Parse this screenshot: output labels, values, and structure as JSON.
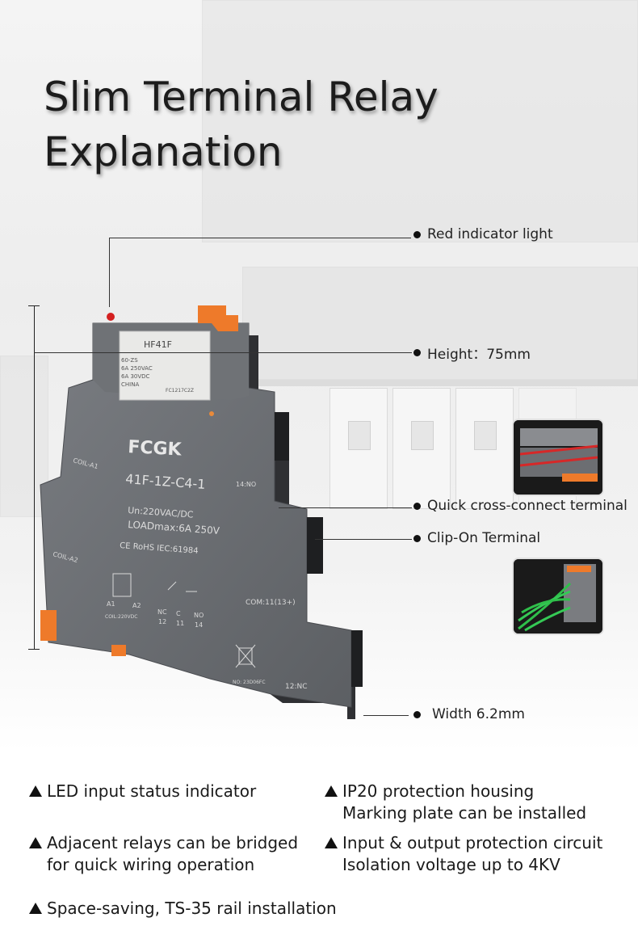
{
  "title": {
    "line1": "Slim Terminal Relay",
    "line2": "Explanation"
  },
  "callouts": {
    "indicator": "Red indicator light",
    "height": "Height：75mm",
    "cross_connect": "Quick cross-connect terminal",
    "clip_on": "Clip-On Terminal",
    "width": "Width 6.2mm"
  },
  "relay": {
    "inner_brand": "HF41F",
    "inner_lines": [
      "60-ZS",
      "6A 250VAC",
      "6A 30VDC",
      "CHINA"
    ],
    "inner_cert": "FC1217C2Z",
    "brand": "FCGK",
    "model": "41F-1Z-C4-1",
    "rating_line1": "Un:220VAC/DC",
    "rating_line2": "LOADmax:6A  250V",
    "cert": "CE RoHS IEC:61984",
    "coil_a1": "COIL-A1",
    "coil_a2": "COIL-A2",
    "no_label": "14:NO",
    "com_label": "COM:11(13+)",
    "nc_label": "12:NC",
    "pin_a1": "A1",
    "pin_a2": "A2",
    "coil_voltage": "COIL:220VDC",
    "pin_nc": "NC",
    "pin_c": "C",
    "pin_no": "NO",
    "pin_12": "12",
    "pin_11": "11",
    "pin_14": "14",
    "serial": "NO: 23D06FC"
  },
  "features": {
    "f1": [
      "LED input status indicator"
    ],
    "f2": [
      "IP20 protection housing",
      "Marking plate can be installed"
    ],
    "f3": [
      "Adjacent relays can be bridged",
      "for quick wiring operation"
    ],
    "f4": [
      "Input & output protection circuit",
      "Isolation voltage up to 4KV"
    ],
    "f5": [
      "Space-saving, TS-35 rail installation"
    ]
  },
  "colors": {
    "housing": "#6b6e72",
    "housing_dark": "#4a4c50",
    "terminal_orange": "#ee7a2a",
    "indicator_red": "#d42020",
    "text": "#1a1a1a"
  }
}
